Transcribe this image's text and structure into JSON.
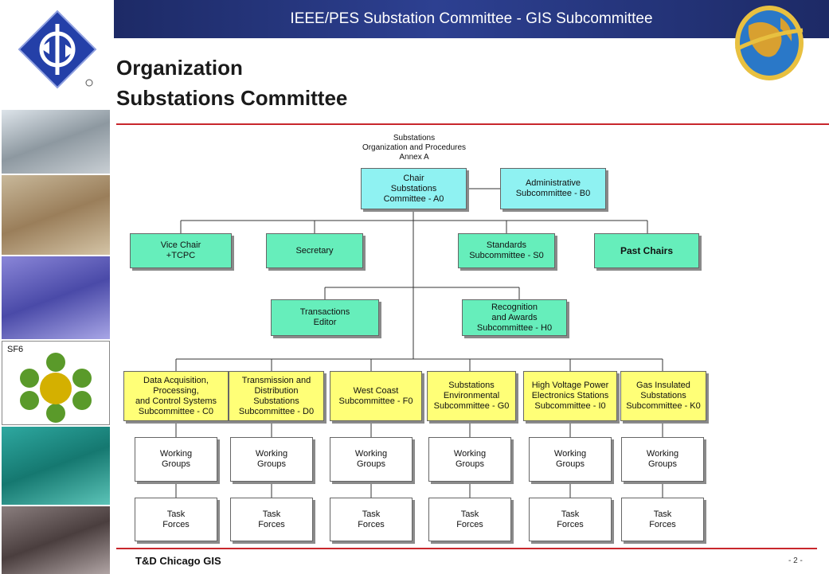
{
  "header": {
    "title": "IEEE/PES Substation Committee - GIS Subcommittee"
  },
  "slide": {
    "title_line1": "Organization",
    "title_line2": "Substations Committee"
  },
  "sidebar": {
    "sf6_label": "SF6"
  },
  "footer": {
    "left": "T&D Chicago GIS",
    "page": "- 2 -"
  },
  "colors": {
    "accent_red": "#c8262c",
    "header_blue": "#2d4091",
    "chair_cyan": "#8ff2f2",
    "officer_green": "#66eebb",
    "subcommittee_yellow": "#ffff77"
  },
  "chart": {
    "header": "Substations\nOrganization and Procedures\nAnnex A",
    "chair": "Chair\nSubstations\nCommittee - A0",
    "administrative": "Administrative\nSubcommittee - B0",
    "officers": [
      "Vice Chair\n+TCPC",
      "Secretary",
      "Standards\nSubcommittee - S0",
      "Past Chairs"
    ],
    "transactions": "Transactions\nEditor",
    "recognition": "Recognition\nand Awards\nSubcommittee - H0",
    "subcommittees": [
      "Data Acquisition,\nProcessing,\nand Control Systems\nSubcommittee - C0",
      "Transmission and\nDistribution\nSubstations\nSubcommittee - D0",
      "West Coast\nSubcommittee - F0",
      "Substations\nEnvironmental\nSubcommittee - G0",
      "High Voltage Power\nElectronics Stations\nSubcommittee - I0",
      "Gas Insulated\nSubstations\nSubcommittee - K0"
    ],
    "working_groups": "Working\nGroups",
    "task_forces": "Task\nForces"
  }
}
